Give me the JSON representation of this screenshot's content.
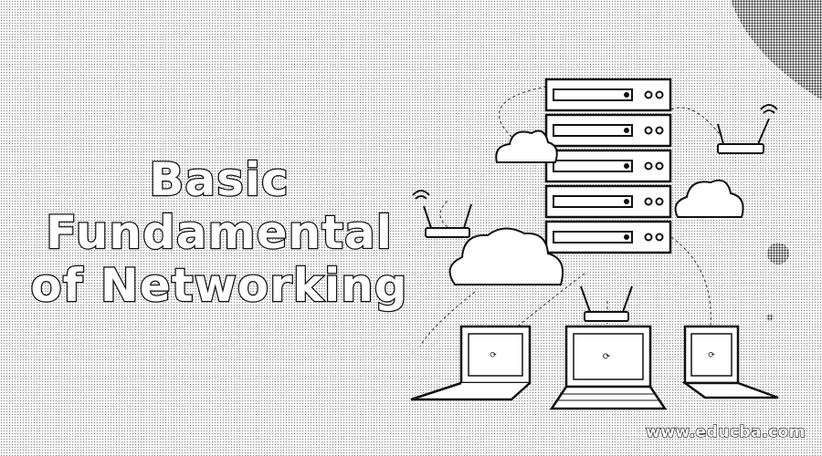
{
  "banner": {
    "title_lines": [
      "Basic",
      "Fundamental",
      "of Networking"
    ],
    "watermark": "www.educba.com"
  },
  "palette": {
    "ink": "#111111",
    "paper": "#ffffff",
    "dots": "#8a8a8a"
  },
  "icons": [
    "server-rack-icon",
    "cloud-icon",
    "wifi-router-icon",
    "laptop-icon"
  ]
}
